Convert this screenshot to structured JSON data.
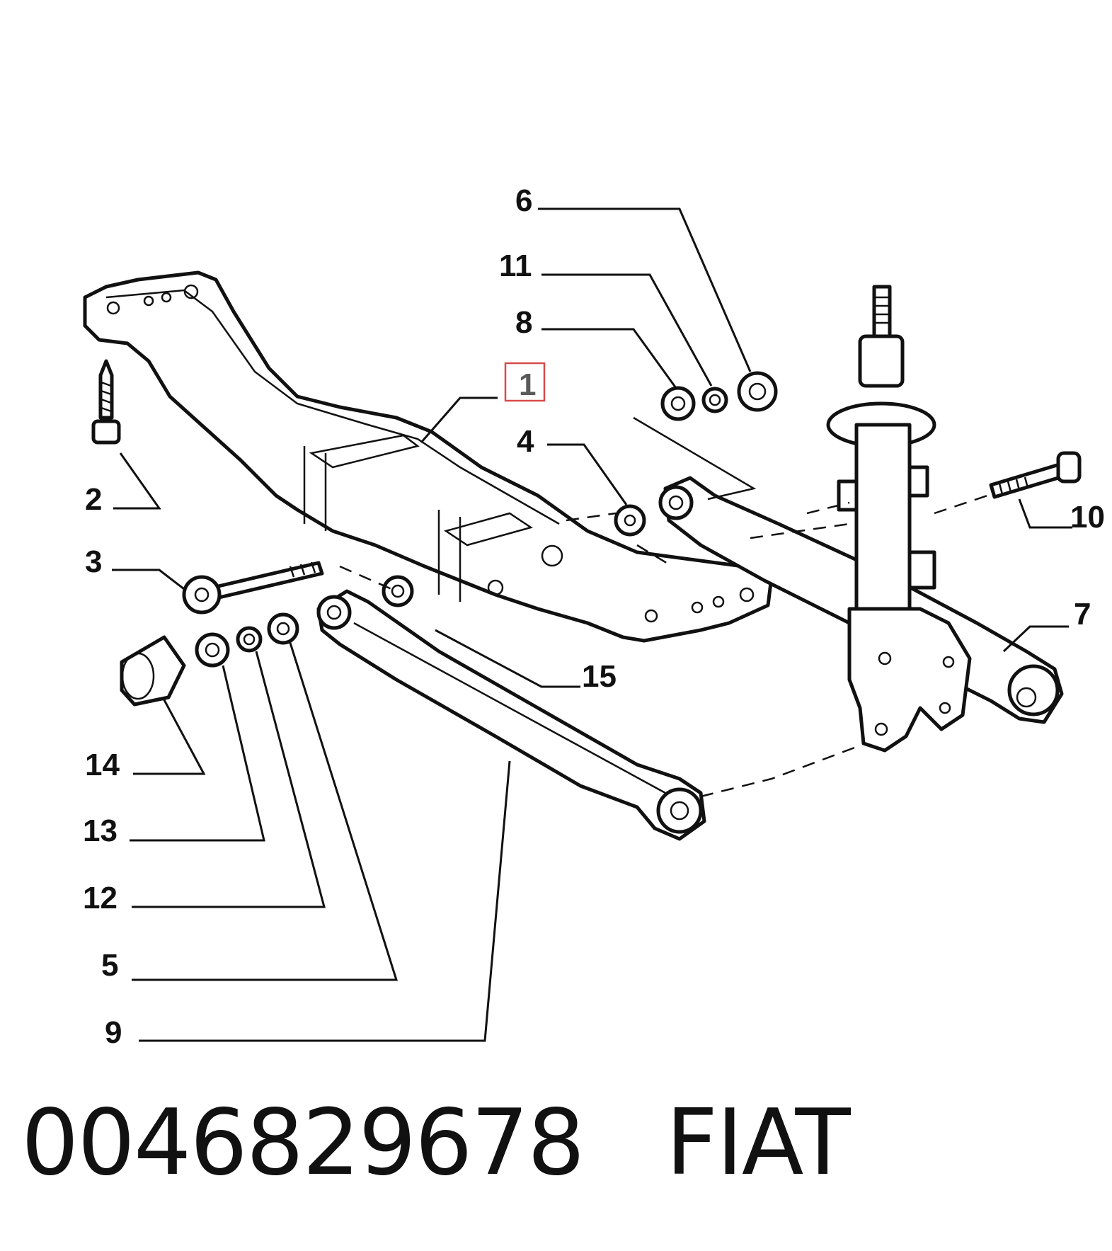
{
  "caption": {
    "part_number": "0046829678",
    "brand": "FIAT"
  },
  "callouts": {
    "c1": "1",
    "c2": "2",
    "c3": "3",
    "c4": "4",
    "c5": "5",
    "c6": "6",
    "c7": "7",
    "c8": "8",
    "c9": "9",
    "c10": "10",
    "c11": "11",
    "c12": "12",
    "c13": "13",
    "c14": "14",
    "c15": "15"
  },
  "highlight": {
    "callout": "1",
    "color": "#d84a4a"
  }
}
